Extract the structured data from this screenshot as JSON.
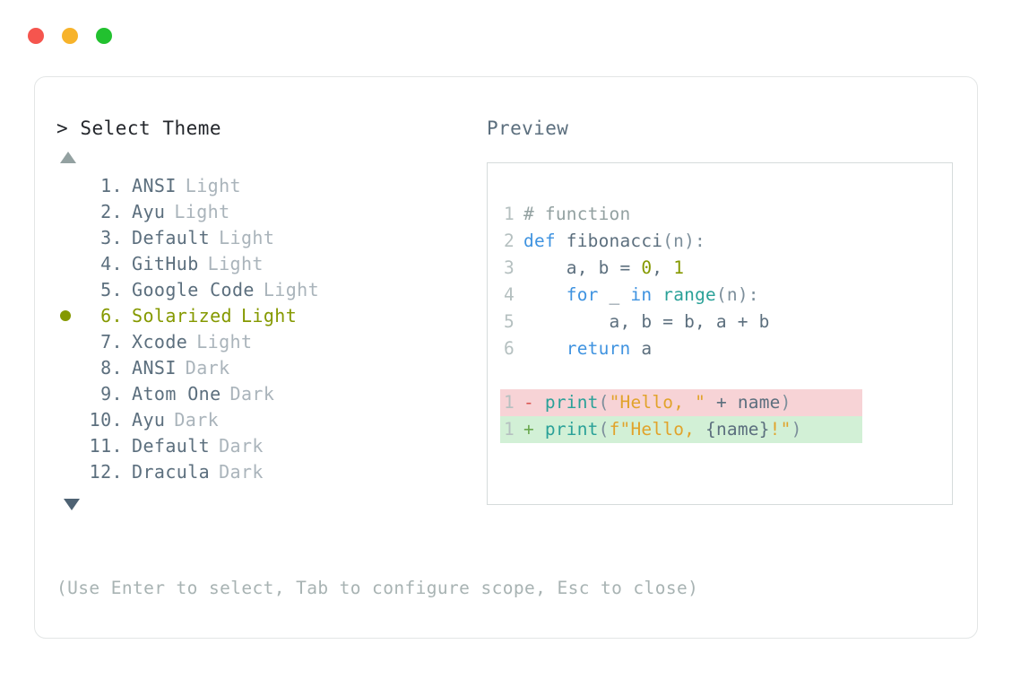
{
  "window": {
    "traffic_lights": [
      {
        "name": "close",
        "color": "#f5554e"
      },
      {
        "name": "minimize",
        "color": "#f7b32b"
      },
      {
        "name": "maximize",
        "color": "#22c12f"
      }
    ]
  },
  "prompt": {
    "caret": ">",
    "title": "Select Theme"
  },
  "scroll": {
    "up_icon": "triangle-up-icon",
    "down_icon": "triangle-down-icon"
  },
  "themes": {
    "selected_index": 6,
    "selected_bullet": "●",
    "items": [
      {
        "index": "1.",
        "name": "ANSI",
        "variant": "Light",
        "selected": false
      },
      {
        "index": "2.",
        "name": "Ayu",
        "variant": "Light",
        "selected": false
      },
      {
        "index": "3.",
        "name": "Default",
        "variant": "Light",
        "selected": false
      },
      {
        "index": "4.",
        "name": "GitHub",
        "variant": "Light",
        "selected": false
      },
      {
        "index": "5.",
        "name": "Google Code",
        "variant": "Light",
        "selected": false
      },
      {
        "index": "6.",
        "name": "Solarized",
        "variant": "Light",
        "selected": true
      },
      {
        "index": "7.",
        "name": "Xcode",
        "variant": "Light",
        "selected": false
      },
      {
        "index": "8.",
        "name": "ANSI",
        "variant": "Dark",
        "selected": false
      },
      {
        "index": "9.",
        "name": "Atom One",
        "variant": "Dark",
        "selected": false
      },
      {
        "index": "10.",
        "name": "Ayu",
        "variant": "Dark",
        "selected": false
      },
      {
        "index": "11.",
        "name": "Default",
        "variant": "Dark",
        "selected": false
      },
      {
        "index": "12.",
        "name": "Dracula",
        "variant": "Dark",
        "selected": false
      }
    ]
  },
  "hint": "(Use Enter to select, Tab to configure scope, Esc to close)",
  "preview": {
    "label": "Preview",
    "code_lines": [
      {
        "ln": "1",
        "tokens": [
          {
            "t": "# function",
            "c": "comment"
          }
        ]
      },
      {
        "ln": "2",
        "tokens": [
          {
            "t": "def",
            "c": "keyword"
          },
          {
            "t": " fibonacci",
            "c": "plain"
          },
          {
            "t": "(n):",
            "c": "punct"
          }
        ]
      },
      {
        "ln": "3",
        "tokens": [
          {
            "t": "    a, b = ",
            "c": "plain"
          },
          {
            "t": "0",
            "c": "number"
          },
          {
            "t": ", ",
            "c": "plain"
          },
          {
            "t": "1",
            "c": "number"
          }
        ]
      },
      {
        "ln": "4",
        "tokens": [
          {
            "t": "    ",
            "c": "plain"
          },
          {
            "t": "for",
            "c": "keyword"
          },
          {
            "t": " _ ",
            "c": "plain"
          },
          {
            "t": "in",
            "c": "keyword"
          },
          {
            "t": " ",
            "c": "plain"
          },
          {
            "t": "range",
            "c": "builtin"
          },
          {
            "t": "(n):",
            "c": "punct"
          }
        ]
      },
      {
        "ln": "5",
        "tokens": [
          {
            "t": "        a, b = b, a + b",
            "c": "plain"
          }
        ]
      },
      {
        "ln": "6",
        "tokens": [
          {
            "t": "    ",
            "c": "plain"
          },
          {
            "t": "return",
            "c": "keyword"
          },
          {
            "t": " a",
            "c": "plain"
          }
        ]
      }
    ],
    "diff_lines": [
      {
        "ln": "1",
        "kind": "del",
        "marker": "-",
        "tokens": [
          {
            "t": "print",
            "c": "builtin"
          },
          {
            "t": "(",
            "c": "punct"
          },
          {
            "t": "\"Hello, \"",
            "c": "string"
          },
          {
            "t": " + name",
            "c": "plain"
          },
          {
            "t": ")",
            "c": "punct"
          }
        ]
      },
      {
        "ln": "1",
        "kind": "add",
        "marker": "+",
        "tokens": [
          {
            "t": "print",
            "c": "builtin"
          },
          {
            "t": "(",
            "c": "punct"
          },
          {
            "t": "f\"Hello, ",
            "c": "string"
          },
          {
            "t": "{name}",
            "c": "plain"
          },
          {
            "t": "!\"",
            "c": "string"
          },
          {
            "t": ")",
            "c": "punct"
          }
        ]
      }
    ]
  },
  "colors": {
    "accent_selected": "#859900",
    "keyword": "#3f93e0",
    "builtin": "#2aa198",
    "string": "#e1a32b",
    "number": "#859900",
    "comment": "#93a1a1",
    "diff_del_bg": "#f7d3d6",
    "diff_add_bg": "#d2f0d6",
    "text": "#5c6f7e",
    "muted": "#aab4bb"
  }
}
